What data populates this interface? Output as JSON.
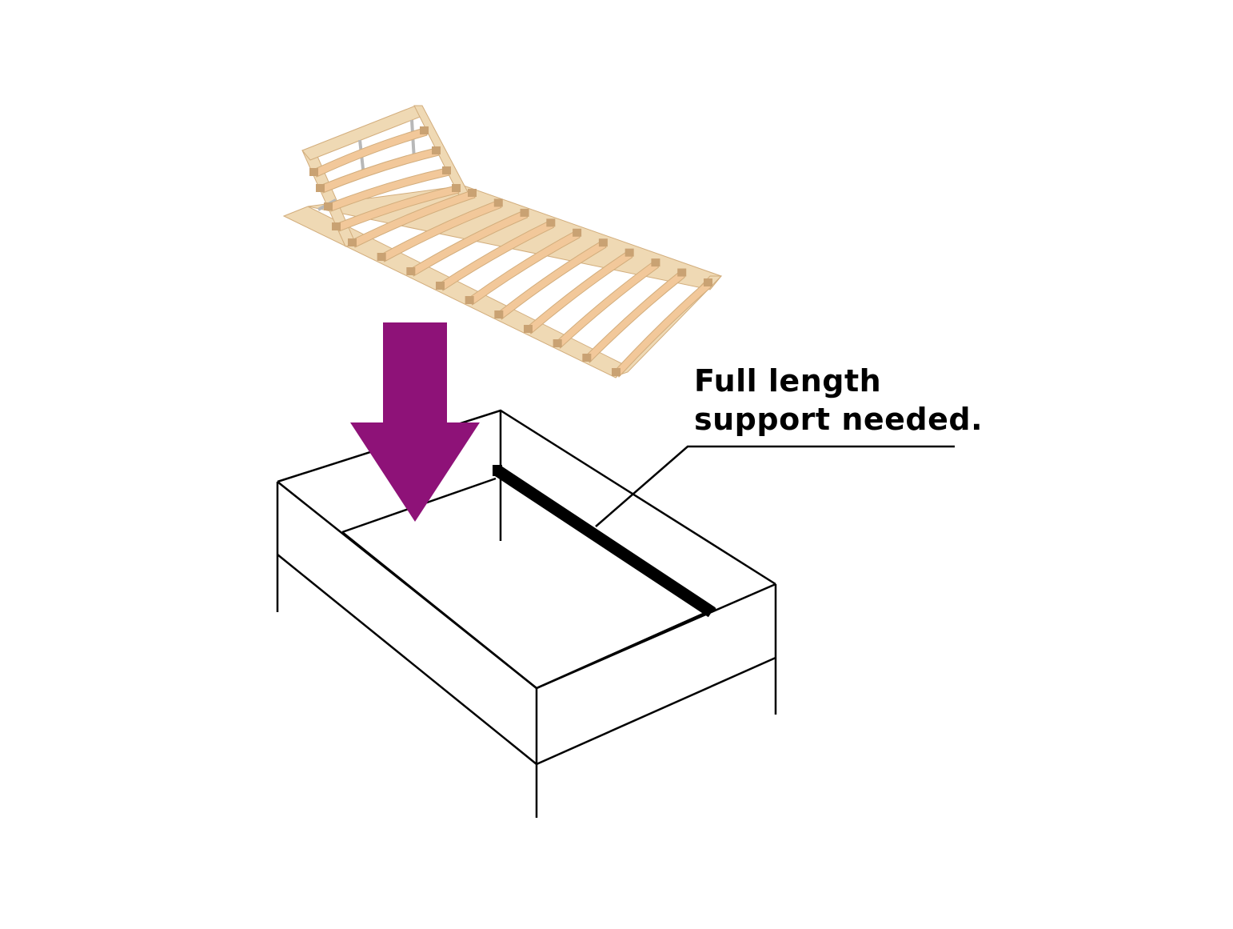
{
  "diagram": {
    "callout": {
      "line1": "Full length",
      "line2": "support needed."
    },
    "colors": {
      "arrow": "#8e1278",
      "wood_frame": "#efd9b4",
      "wood_slat": "#f2c89a",
      "wood_edge": "#d2ad7c",
      "outline": "#000000",
      "background": "#ffffff"
    },
    "icons": {
      "slatted-frame": "slatted-bed-base-illustration",
      "down-arrow": "down-arrow-icon"
    },
    "slat_count": 14
  }
}
